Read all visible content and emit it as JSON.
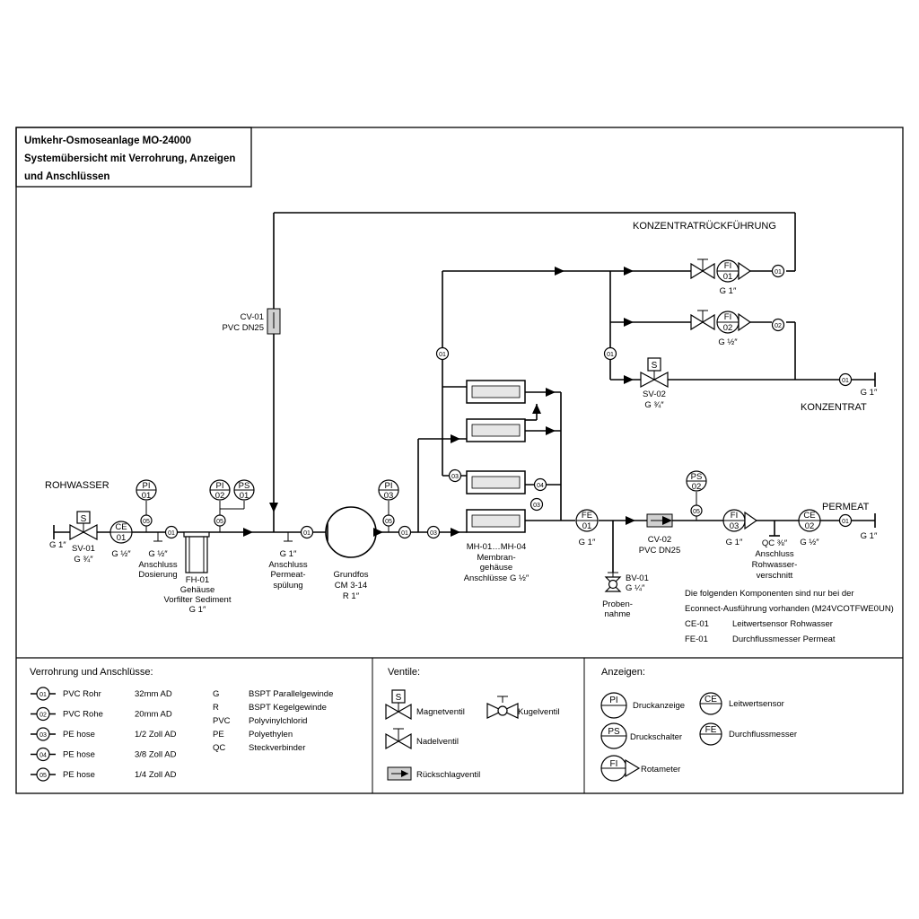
{
  "title": {
    "line1": "Umkehr-Osmoseanlage MO-24000",
    "line2": "Systemübersicht mit Verrohrung, Anzeigen",
    "line3": "und Anschlüssen"
  },
  "labels": {
    "rohwasser": "ROHWASSER",
    "konzentratrueck": "KONZENTRATRÜCKFÜHRUNG",
    "konzentrat": "KONZENTRAT",
    "permeat": "PERMEAT"
  },
  "sizes": {
    "g1": "G 1″",
    "g12": "G ½″",
    "g34": "G ¾″",
    "g14": "G ¼″",
    "r1": "R 1″",
    "qc38": "QC ⅜″"
  },
  "components": {
    "sv01": "SV-01",
    "sv02": "SV-02",
    "ce01_tag": [
      "CE",
      "01"
    ],
    "pi01_tag": [
      "PI",
      "01"
    ],
    "pi02_tag": [
      "PI",
      "02"
    ],
    "ps01_tag": [
      "PS",
      "01"
    ],
    "pi03_tag": [
      "PI",
      "03"
    ],
    "ps02_tag": [
      "PS",
      "02"
    ],
    "fe01_tag": [
      "FE",
      "01"
    ],
    "fi01_tag": [
      "FI",
      "01"
    ],
    "fi02_tag": [
      "FI",
      "02"
    ],
    "fi03_tag": [
      "FI",
      "03"
    ],
    "ce02_tag": [
      "CE",
      "02"
    ],
    "sv_letter": "S",
    "anschluss_dosierung": [
      "Anschluss",
      "Dosierung"
    ],
    "fh01": [
      "FH-01",
      "Gehäuse",
      "Vorfilter Sediment",
      "G 1″"
    ],
    "cv01": [
      "CV-01",
      "PVC DN25"
    ],
    "anschluss_permeat": [
      "G 1″",
      "Anschluss",
      "Permeat-",
      "spülung"
    ],
    "pump": [
      "Grundfos",
      "CM 3-14",
      "R 1″"
    ],
    "membranes": [
      "MH-01…MH-04",
      "Membran-",
      "gehäuse",
      "Anschlüsse G ½″"
    ],
    "bv01": [
      "BV-01",
      "G ¼″"
    ],
    "probenahme": [
      "Proben-",
      "nahme"
    ],
    "cv02": [
      "CV-02",
      "PVC DN25"
    ],
    "qc_anschluss": [
      "QC ⅜″",
      "Anschluss",
      "Rohwasser-",
      "verschnitt"
    ]
  },
  "note": {
    "line1": "Die folgenden Komponenten sind nur bei der",
    "line2": "Econnect-Ausführung vorhanden (M24VCOTFWE0UN)",
    "items": [
      {
        "tag": "CE-01",
        "desc": "Leitwertsensor Rohwasser"
      },
      {
        "tag": "FE-01",
        "desc": "Durchflussmesser Permeat"
      }
    ]
  },
  "pipe_ids": [
    "01",
    "02",
    "03",
    "04",
    "05"
  ],
  "legend": {
    "pipes_title": "Verrohrung und Anschlüsse:",
    "pipes": [
      {
        "id": "01",
        "type": "PVC Rohr",
        "size": "32mm AD"
      },
      {
        "id": "02",
        "type": "PVC Rohe",
        "size": "20mm AD"
      },
      {
        "id": "03",
        "type": "PE hose",
        "size": "1/2 Zoll AD"
      },
      {
        "id": "04",
        "type": "PE hose",
        "size": "3/8 Zoll AD"
      },
      {
        "id": "05",
        "type": "PE hose",
        "size": "1/4 Zoll AD"
      }
    ],
    "abbrevs": [
      {
        "abbr": "G",
        "meaning": "BSPT Parallelgewinde"
      },
      {
        "abbr": "R",
        "meaning": "BSPT Kegelgewinde"
      },
      {
        "abbr": "PVC",
        "meaning": "Polyvinylchlorid"
      },
      {
        "abbr": "PE",
        "meaning": "Polyethylen"
      },
      {
        "abbr": "QC",
        "meaning": "Steckverbinder"
      }
    ],
    "valves_title": "Ventile:",
    "valves": {
      "magnet": "Magnetventil",
      "kugel": "Kugelventil",
      "nadel": "Nadelventil",
      "rueckschlag": "Rückschlagventil"
    },
    "indicators_title": "Anzeigen:",
    "indicators": {
      "pi": {
        "tag": "PI",
        "label": "Druckanzeige"
      },
      "ce": {
        "tag": "CE",
        "label": "Leitwertsensor"
      },
      "ps": {
        "tag": "PS",
        "label": "Druckschalter"
      },
      "fe": {
        "tag": "FE",
        "label": "Durchflussmesser"
      },
      "fi": {
        "tag": "FI",
        "label": "Rotameter"
      }
    }
  }
}
